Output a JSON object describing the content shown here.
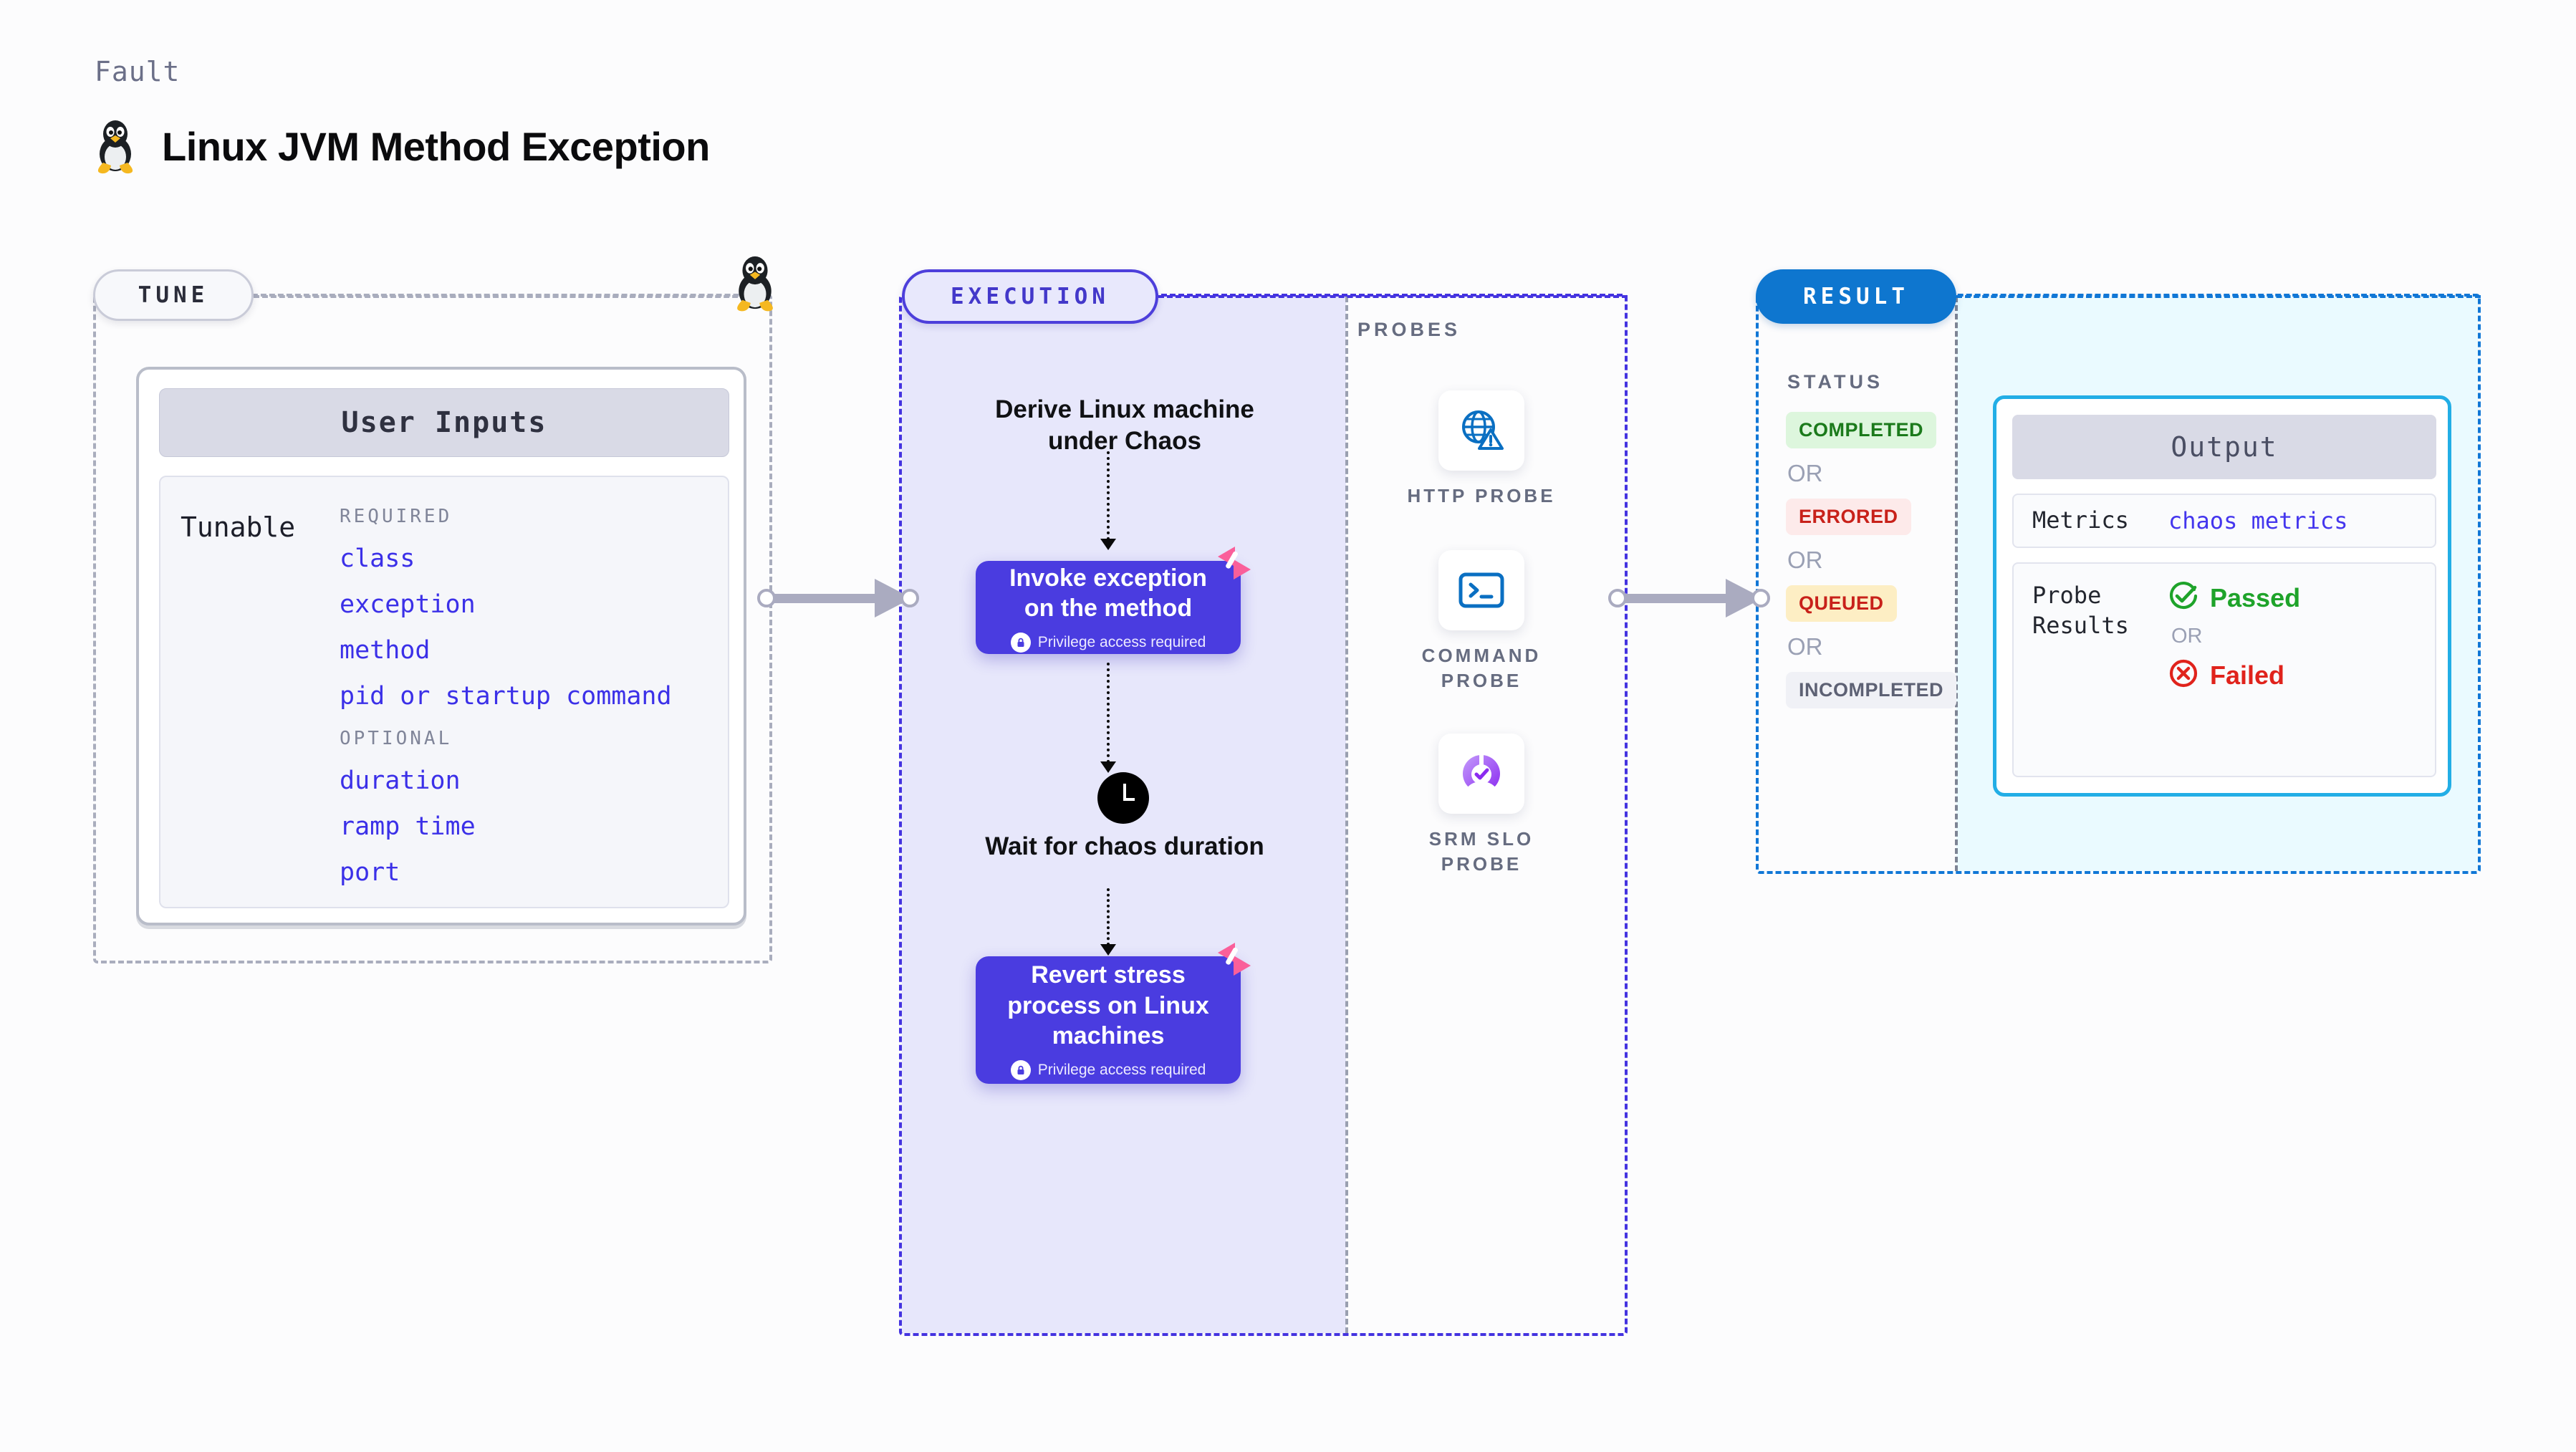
{
  "header": {
    "kicker": "Fault",
    "title": "Linux JVM Method Exception",
    "os_icon": "linux-tux-icon"
  },
  "tune": {
    "pill_label": "TUNE",
    "corner_icon": "linux-tux-icon",
    "card": {
      "header": "User Inputs",
      "row_label": "Tunable",
      "groups": [
        {
          "title": "REQUIRED",
          "items": [
            "class",
            "exception",
            "method",
            "pid or startup command"
          ]
        },
        {
          "title": "OPTIONAL",
          "items": [
            "duration",
            "ramp time",
            "port"
          ]
        }
      ]
    }
  },
  "execution": {
    "pill_label": "EXECUTION",
    "steps": [
      {
        "kind": "label",
        "text": "Derive Linux machine under Chaos"
      },
      {
        "kind": "node",
        "text": "Invoke exception on the method",
        "privilege": "Privilege access required",
        "badge_icon": "harness-chaos-icon"
      },
      {
        "kind": "label",
        "text": "Wait for chaos duration",
        "icon": "clock-icon"
      },
      {
        "kind": "node",
        "text": "Revert stress process on Linux machines",
        "privilege": "Privilege access required",
        "badge_icon": "harness-chaos-icon"
      }
    ],
    "probes": {
      "title": "PROBES",
      "items": [
        {
          "label": "HTTP PROBE",
          "icon": "globe-warning-icon"
        },
        {
          "label": "COMMAND PROBE",
          "icon": "terminal-icon"
        },
        {
          "label": "SRM SLO PROBE",
          "icon": "slo-check-icon"
        }
      ]
    }
  },
  "result": {
    "pill_label": "RESULT",
    "status_title": "STATUS",
    "or_label": "OR",
    "statuses": [
      {
        "label": "COMPLETED",
        "bg": "#ddf6dd",
        "fg": "#1b7a1b"
      },
      {
        "label": "ERRORED",
        "bg": "#fdeaea",
        "fg": "#c8211a"
      },
      {
        "label": "QUEUED",
        "bg": "#fdeec4",
        "fg": "#c8211a"
      },
      {
        "label": "INCOMPLETED",
        "bg": "#f0f1f6",
        "fg": "#5d6174"
      }
    ],
    "output": {
      "header": "Output",
      "metrics_key": "Metrics",
      "metrics_value": "chaos metrics",
      "probe_key": "Probe Results",
      "passed_label": "Passed",
      "failed_label": "Failed",
      "or_label": "OR",
      "passed_icon": "check-circle-icon",
      "failed_icon": "x-circle-icon"
    }
  },
  "connectors": [
    {
      "from": "tune",
      "to": "execution",
      "icon": "arrow-right-icon"
    },
    {
      "from": "probes",
      "to": "result",
      "icon": "arrow-right-icon"
    }
  ],
  "colors": {
    "accent_purple": "#4a3ce0",
    "accent_blue": "#0e76cf",
    "accent_cyan": "#22aee6",
    "chaos_pink": "#fa5f9a",
    "link_blue": "#3b30e8"
  }
}
